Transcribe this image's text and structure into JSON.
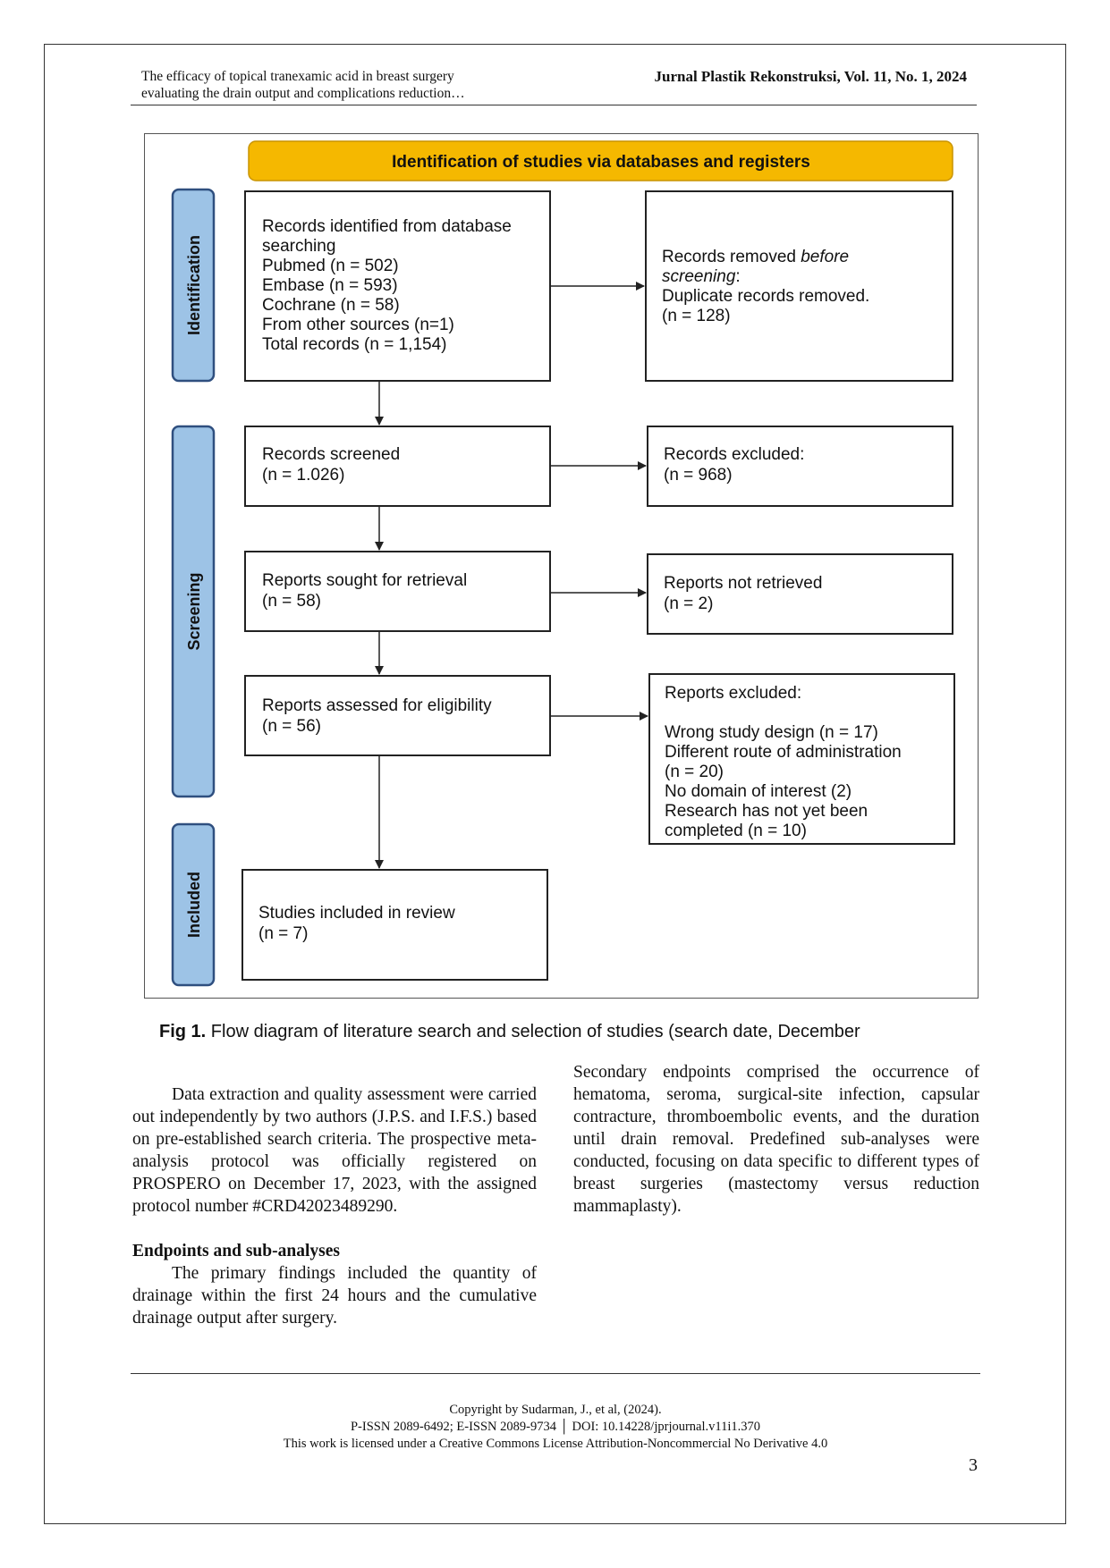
{
  "header": {
    "running_title_line1": "The efficacy of topical tranexamic acid in breast surgery",
    "running_title_line2": "evaluating the drain output and complications reduction…",
    "journal": "Jurnal Plastik Rekonstruksi, Vol. 11, No. 1, 2024"
  },
  "flowchart": {
    "banner": "Identification of studies via databases and registers",
    "stages": {
      "identification": "Identification",
      "screening": "Screening",
      "included": "Included"
    },
    "records_identified": [
      "Records identified from database",
      "searching",
      "Pubmed (n = 502)",
      "Embase (n = 593)",
      "Cochrane (n = 58)",
      "From other sources (n=1)",
      "Total records (n = 1,154)"
    ],
    "records_removed": {
      "line1_plain": "Records removed ",
      "line1_italic": "before",
      "line2_italic": "screening",
      "line2_plain": ":",
      "line3": "Duplicate records removed.",
      "line4": "(n = 128)"
    },
    "records_screened": [
      "Records screened",
      "(n = 1.026)"
    ],
    "records_excluded": [
      "Records excluded:",
      "(n = 968)"
    ],
    "reports_sought": [
      "Reports sought for retrieval",
      "(n = 58)"
    ],
    "reports_not_retrieved": [
      "Reports not retrieved",
      "(n = 2)"
    ],
    "reports_assessed": [
      "Reports assessed for eligibility",
      "(n = 56)"
    ],
    "reports_excluded_title": "Reports excluded:",
    "reports_excluded": [
      "Wrong study design (n = 17)",
      "Different route of administration",
      "(n = 20)",
      "No domain of interest (2)",
      "Research has not yet been",
      "completed (n = 10)"
    ],
    "studies_included": [
      "Studies included in review",
      "(n = 7)"
    ]
  },
  "caption": {
    "label": "Fig 1.",
    "text": " Flow diagram of literature search and selection of studies (search date, December"
  },
  "body": {
    "para1": "Data extraction and quality assessment were carried out independently by two authors (J.P.S. and I.F.S.) based on pre-established search criteria. The prospective meta-analysis protocol was officially registered on PROSPERO on December 17, 2023, with the assigned protocol number #CRD42023489290.",
    "section_heading": "Endpoints and sub-analyses",
    "para2": "The primary findings included the quantity of drainage within the first 24 hours and the cumulative drainage output after surgery.",
    "para3": "Secondary endpoints comprised the occurrence of hematoma, seroma, surgical-site infection, capsular contracture, thromboembolic events, and the duration until drain removal. Predefined sub-analyses were conducted, focusing on data specific to different types of breast surgeries (mastectomy versus reduction mammaplasty)."
  },
  "footer": {
    "copyright": "Copyright by Sudarman, J., et al, (2024).",
    "issn": "P-ISSN 2089-6492; E-ISSN 2089-9734 │ DOI: 10.14228/jprjournal.v11i1.370",
    "license": "This work is licensed under a Creative Commons License Attribution-Noncommercial No Derivative 4.0",
    "page_number": "3"
  },
  "colors": {
    "banner_fill": "#f5b800",
    "stage_fill": "#9dc3e6",
    "stage_border": "#2f4f7f"
  }
}
